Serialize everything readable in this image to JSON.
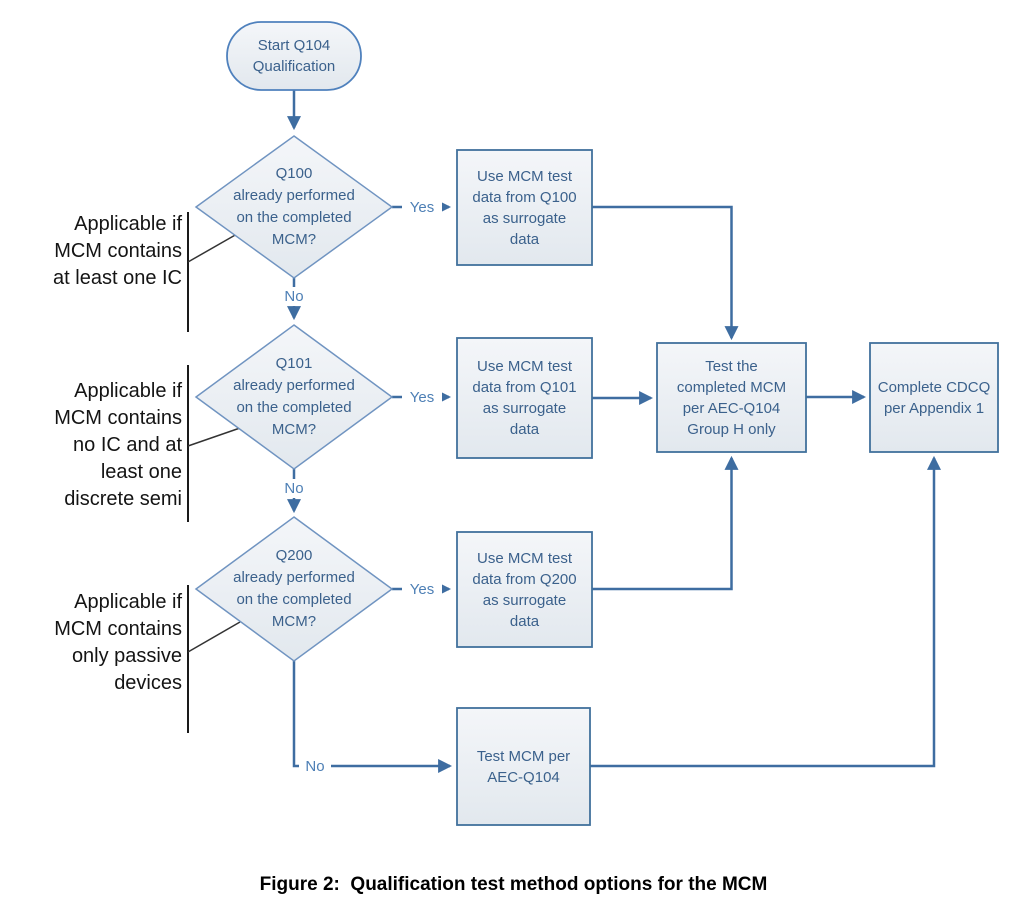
{
  "figure": {
    "caption": "Figure 2:  Qualification test method options for the MCM"
  },
  "colors": {
    "connector_blue": "#3e6da1",
    "box_border_blue": "#41719c",
    "diamond_border_blue": "#7094c1",
    "oval_border_blue": "#4f81bd",
    "shape_text_blue": "#3b618c",
    "edge_label_blue": "#4d7fb5",
    "annotation_black": "#141414",
    "shape_fill_top": "#f4f6f9",
    "shape_fill_bottom": "#e2e8ee"
  },
  "start": {
    "label": "Start Q104\nQualification"
  },
  "decisions": [
    {
      "label": "Q100\nalready performed\non the completed\nMCM?"
    },
    {
      "label": "Q101\nalready performed\non the completed\nMCM?"
    },
    {
      "label": "Q200\nalready performed\non the completed\nMCM?"
    }
  ],
  "processes": {
    "q100_box": "Use MCM test\ndata from Q100\nas surrogate\ndata",
    "q101_box": "Use MCM test\ndata from Q101\nas surrogate\ndata",
    "q200_box": "Use MCM test\ndata from Q200\nas surrogate\ndata",
    "test_completed": "Test the\ncompleted MCM\nper AEC-Q104\nGroup H only",
    "complete_cdcq": "Complete CDCQ\nper Appendix 1",
    "test_mcm": "Test MCM per\nAEC-Q104"
  },
  "edge_labels": {
    "yes": "Yes",
    "no": "No"
  },
  "annotations": [
    {
      "text": "Applicable if\nMCM contains\nat least one IC"
    },
    {
      "text": "Applicable if\nMCM contains\nno IC and at\nleast one\ndiscrete semi"
    },
    {
      "text": "Applicable if\nMCM contains\nonly passive\ndevices"
    }
  ]
}
